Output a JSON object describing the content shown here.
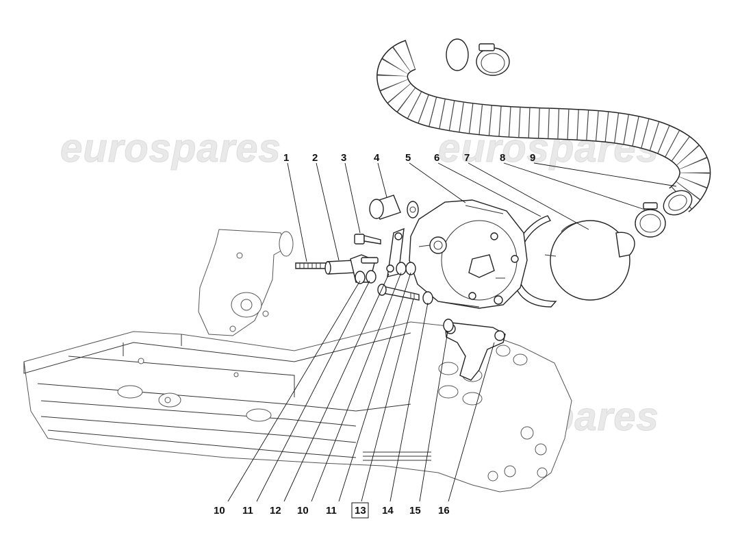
{
  "watermark": "eurospares",
  "top_callouts": [
    {
      "id": "c1",
      "label": "1"
    },
    {
      "id": "c2",
      "label": "2"
    },
    {
      "id": "c3",
      "label": "3"
    },
    {
      "id": "c4",
      "label": "4"
    },
    {
      "id": "c5",
      "label": "5"
    },
    {
      "id": "c6",
      "label": "6"
    },
    {
      "id": "c7",
      "label": "7"
    },
    {
      "id": "c8",
      "label": "8"
    },
    {
      "id": "c9",
      "label": "9"
    }
  ],
  "bottom_callouts": [
    {
      "id": "c10a",
      "label": "10"
    },
    {
      "id": "c11a",
      "label": "11"
    },
    {
      "id": "c12",
      "label": "12"
    },
    {
      "id": "c10b",
      "label": "10"
    },
    {
      "id": "c11b",
      "label": "11"
    },
    {
      "id": "c13",
      "label": "13",
      "boxed": true
    },
    {
      "id": "c14",
      "label": "14"
    },
    {
      "id": "c15",
      "label": "15"
    },
    {
      "id": "c16",
      "label": "16"
    }
  ]
}
